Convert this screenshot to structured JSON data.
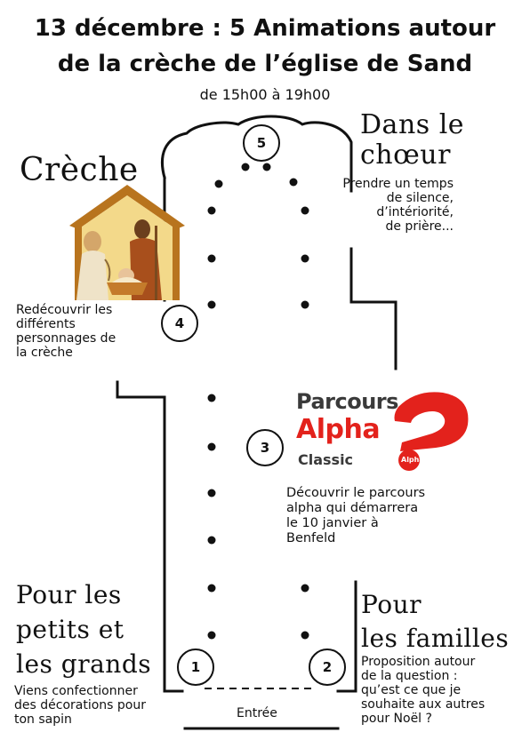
{
  "title_line1": "13 décembre : 5 Animations autour",
  "title_line2": "de la crèche de l’église de Sand",
  "time": "de 15h00 à 19h00",
  "station1": {
    "number": "1",
    "heading": [
      "Pour les",
      "petits et",
      "les grands"
    ],
    "desc": [
      "Viens confectionner",
      "des décorations pour",
      "ton sapin"
    ]
  },
  "station2": {
    "number": "2",
    "heading": [
      "Pour",
      "les familles"
    ],
    "desc": [
      "Proposition autour",
      "de la question :",
      "qu’est ce que je",
      "souhaite aux autres",
      "pour Noël ?"
    ]
  },
  "station3": {
    "number": "3",
    "logo_line1": "Parcours",
    "logo_line2": "Alpha",
    "logo_line3": "Classic",
    "logo_badge": "Alpha",
    "desc": [
      "Découvrir le parcours",
      "alpha qui démarrera",
      "le 10 janvier à",
      "Benfeld"
    ]
  },
  "station4": {
    "number": "4",
    "heading": "Crèche",
    "desc": [
      "Redécouvrir les",
      "différents",
      "personnages de",
      "la crèche"
    ]
  },
  "station5": {
    "number": "5",
    "heading": [
      "Dans le",
      "chœur"
    ],
    "desc": [
      "Prendre un temps",
      "de silence,",
      "d’intériorité,",
      "de prière..."
    ]
  },
  "entrance": "Entrée",
  "colors": {
    "alpha_red": "#e3221c",
    "text": "#111111",
    "alpha_grey": "#3a3a3a"
  }
}
